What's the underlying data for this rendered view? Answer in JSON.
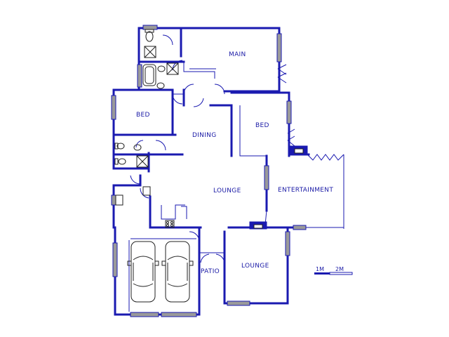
{
  "plan": {
    "colors": {
      "wall": "#1a1ab0",
      "window": "#808080",
      "fixture": "#222222",
      "line": "#1a1ab0"
    },
    "rooms": {
      "main": "MAIN",
      "bed_left": "BED",
      "bed_right": "BED",
      "dining": "DINING",
      "lounge": "LOUNGE",
      "entertainment": "ENTERTAINMENT",
      "lounge_lower": "LOUNGE",
      "patio": "PATIO"
    },
    "scale": {
      "label_1": "1M",
      "label_2": "2M"
    }
  }
}
